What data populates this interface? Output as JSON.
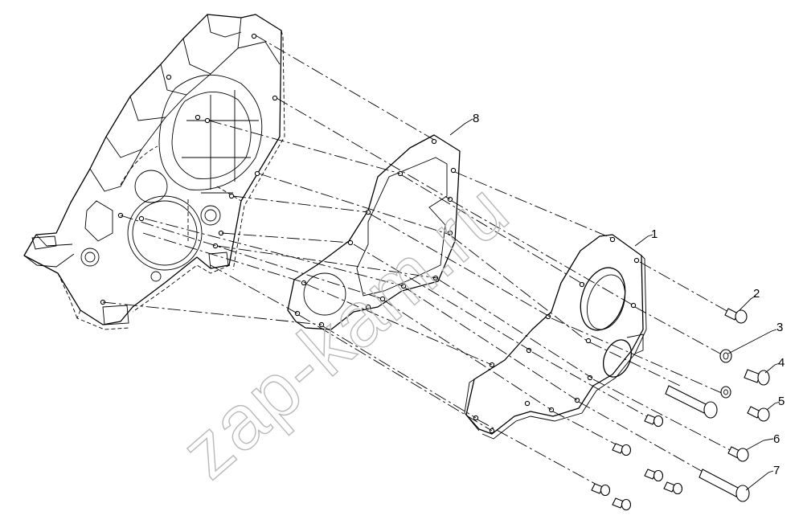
{
  "watermark": "zap-kam.ru",
  "callouts": [
    {
      "label": "1"
    },
    {
      "label": "2"
    },
    {
      "label": "3"
    },
    {
      "label": "4"
    },
    {
      "label": "5"
    },
    {
      "label": "6"
    },
    {
      "label": "7"
    },
    {
      "label": "8"
    }
  ]
}
